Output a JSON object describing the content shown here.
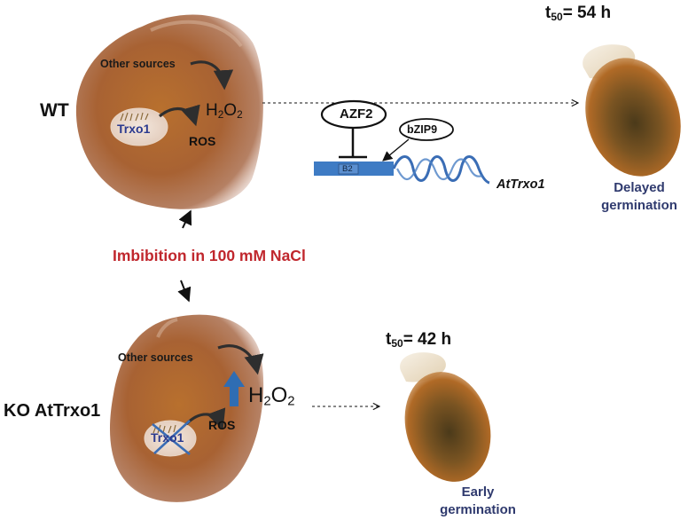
{
  "wt": {
    "genotype": "WT",
    "other_sources": "Other sources",
    "h2o2": "H",
    "h2o2_sub1": "2",
    "h2o2_o": "O",
    "h2o2_sub2": "2",
    "enzyme": "Trxo1",
    "ros": "ROS",
    "t50_t": "t",
    "t50_sub": "50",
    "t50_val": "= 54 h",
    "phenotype_line1": "Delayed",
    "phenotype_line2": "germination"
  },
  "ko": {
    "genotype": "KO AtTrxo1",
    "other_sources": "Other sources",
    "h2o2": "H",
    "h2o2_sub1": "2",
    "h2o2_o": "O",
    "h2o2_sub2": "2",
    "enzyme": "Trxo1",
    "ros": "ROS",
    "t50_t": "t",
    "t50_sub": "50",
    "t50_val": "= 42 h",
    "phenotype_line1": "Early",
    "phenotype_line2": "germination"
  },
  "treatment": "Imbibition in 100 mM NaCl",
  "regulation": {
    "repressor": "AZF2",
    "activator": "bZIP9",
    "promoter_element": "B2",
    "gene": "AtTrxo1"
  },
  "colors": {
    "treatment_text": "#c0272d",
    "enzyme_text": "#2b3a8f",
    "germination_text": "#2f3a6e",
    "promoter_box": "#3e7bc4",
    "dna_strand": "#3a6db5",
    "up_arrow": "#2f6db3",
    "seed_body": "#a0622f",
    "cross": "#3a6db5"
  }
}
